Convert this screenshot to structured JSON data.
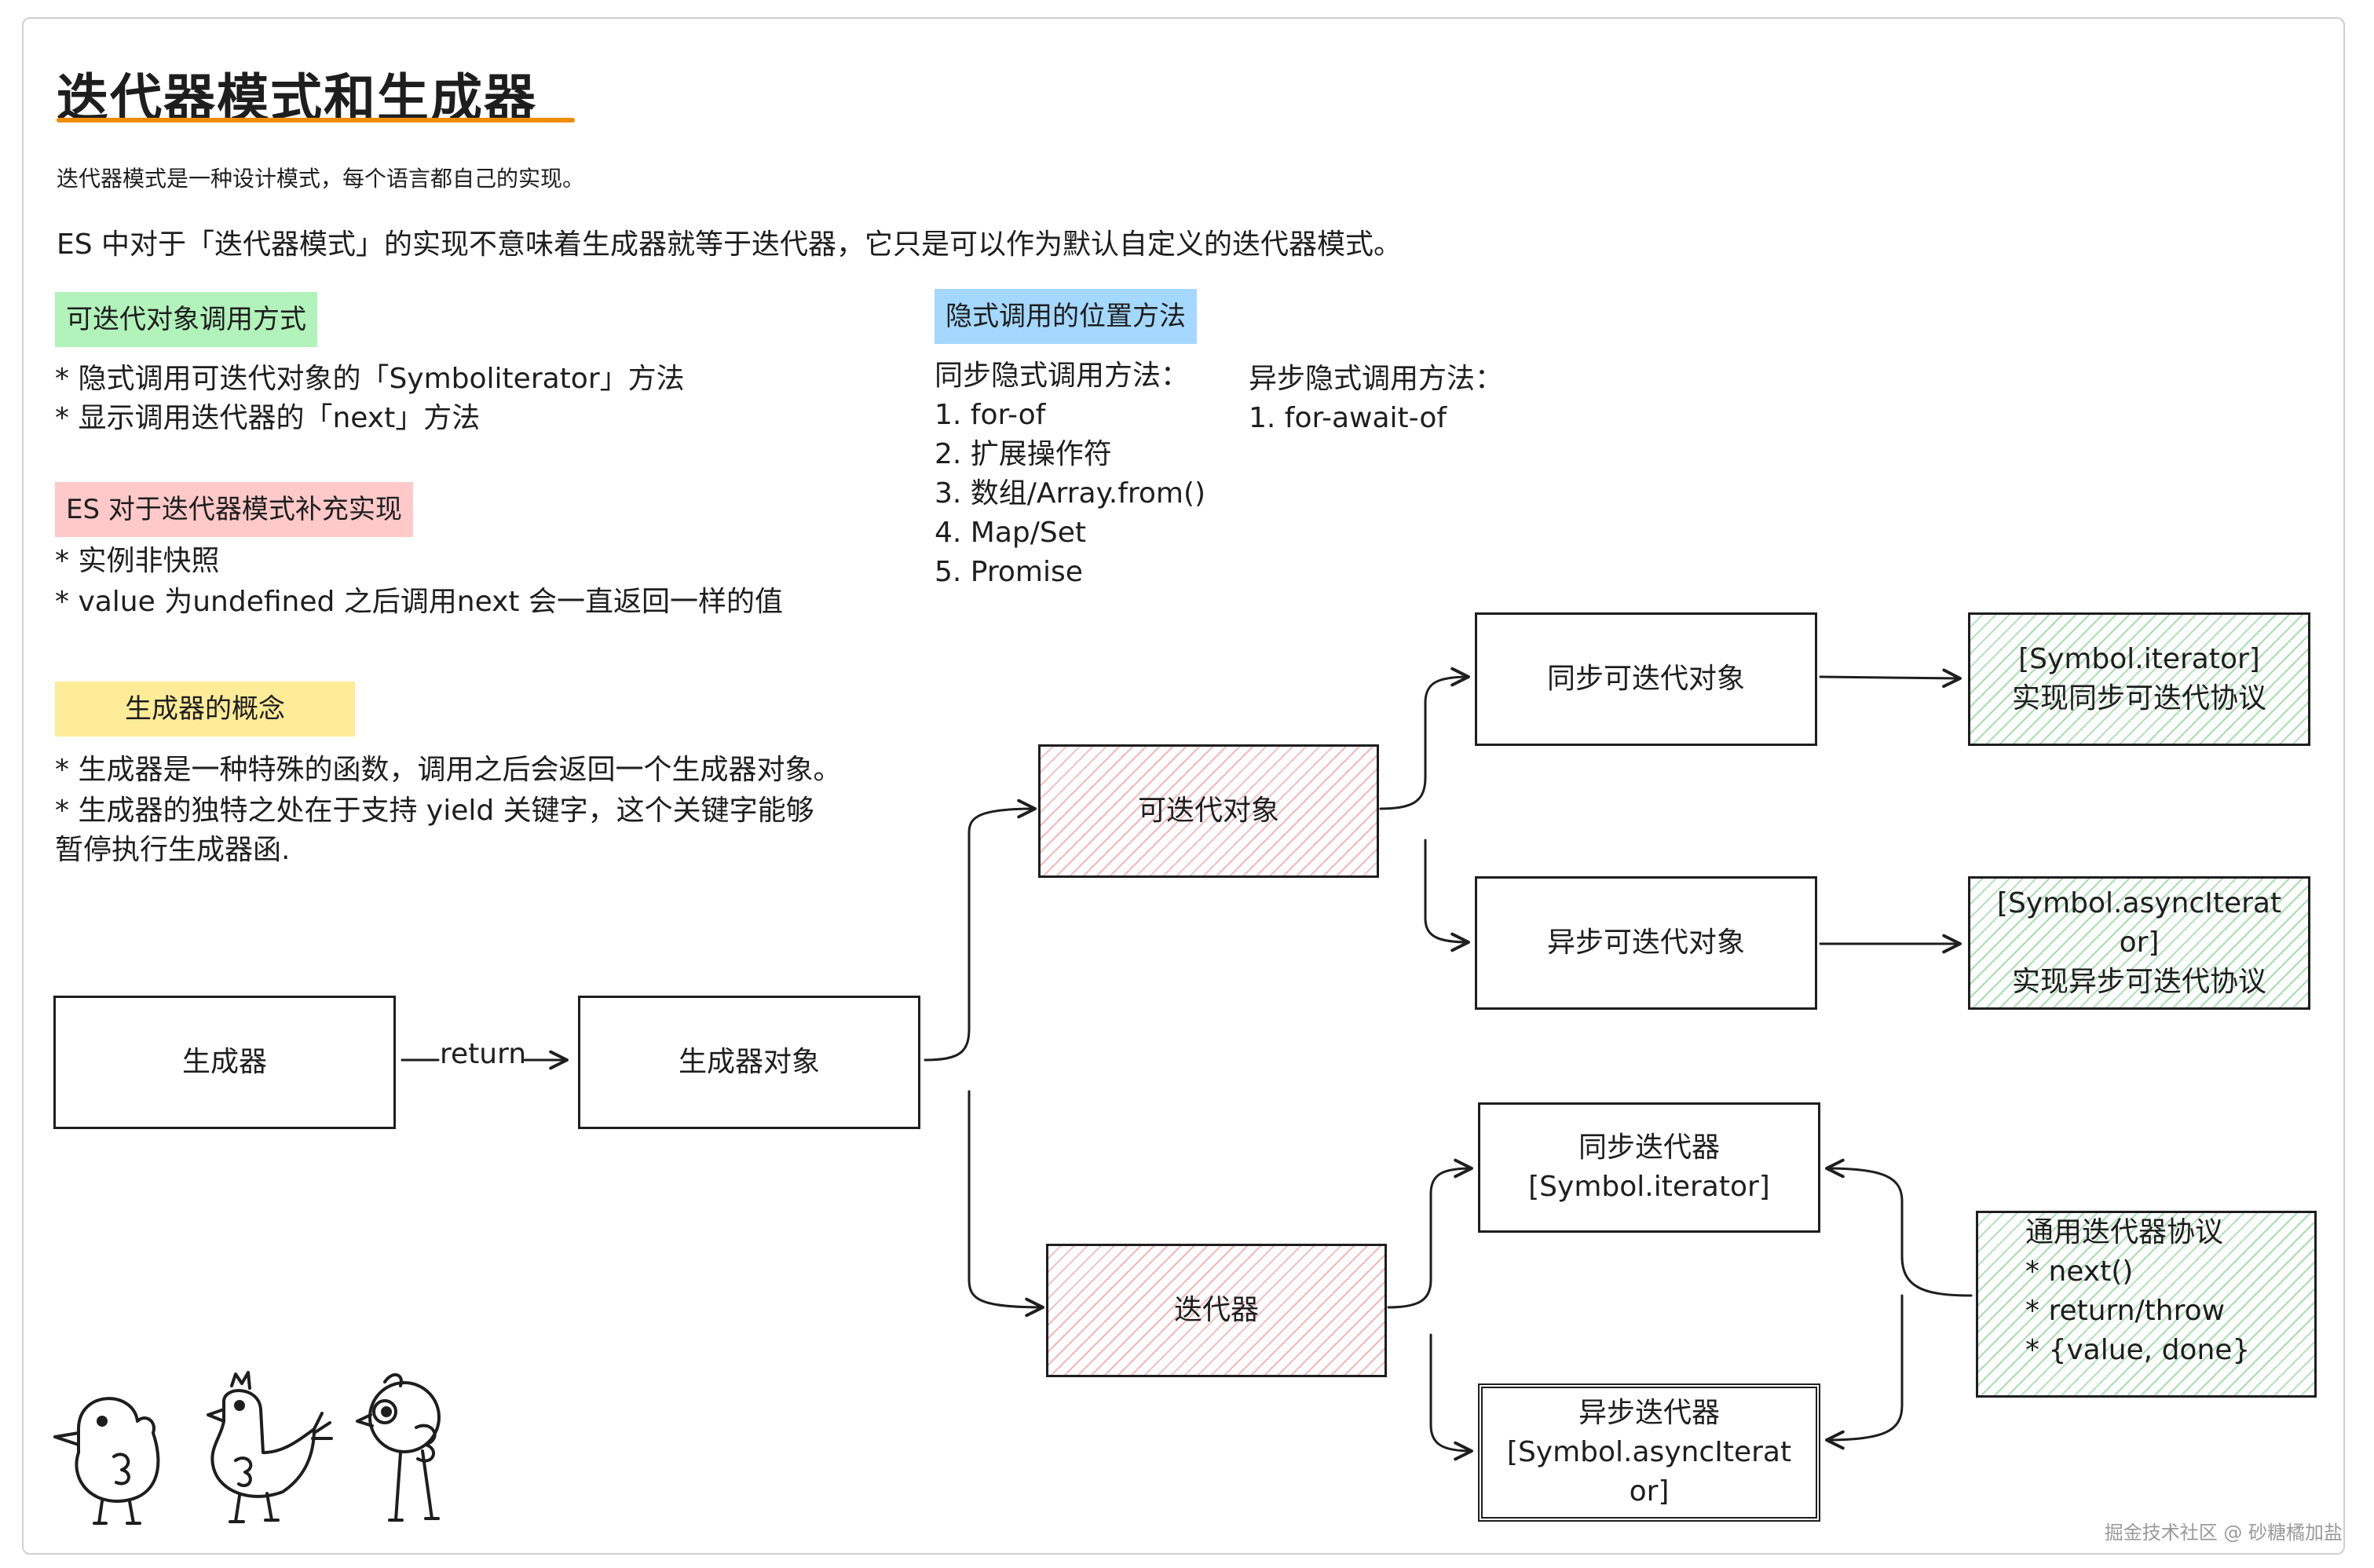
{
  "title": "迭代器模式和生成器",
  "intro": {
    "line1": "迭代器模式是一种设计模式，每个语言都自己的实现。",
    "line2": "ES 中对于「迭代器模式」的实现不意味着生成器就等于迭代器，它只是可以作为默认自定义的迭代器模式。"
  },
  "sections": {
    "iterable_call": {
      "label": "可迭代对象调用方式",
      "items": [
        "* 隐式调用可迭代对象的「Symboliterator」方法",
        "* 显示调用迭代器的「next」方法"
      ]
    },
    "es_supplement": {
      "label": "ES 对于迭代器模式补充实现",
      "items": [
        "* 实例非快照",
        "* value 为undefined 之后调用next 会一直返回一样的值"
      ]
    },
    "generator_concept": {
      "label": "生成器的概念",
      "items": [
        "* 生成器是一种特殊的函数，调用之后会返回一个生成器对象。",
        "* 生成器的独特之处在于支持 yield 关键字，这个关键字能够",
        "暂停执行生成器函."
      ]
    },
    "implicit_call": {
      "label": "隐式调用的位置方法",
      "sync_heading": "同步隐式调用方法：",
      "sync_items": [
        "1. for-of",
        "2. 扩展操作符",
        "3. 数组/Array.from()",
        "4. Map/Set",
        "5. Promise"
      ],
      "async_heading": "异步隐式调用方法：",
      "async_items": [
        "1. for-await-of"
      ]
    }
  },
  "diagram": {
    "generator": "生成器",
    "return_label": "return",
    "generator_object": "生成器对象",
    "iterable": "可迭代对象",
    "sync_iterable": "同步可迭代对象",
    "async_iterable": "异步可迭代对象",
    "sync_iterable_protocol": {
      "line1": "[Symbol.iterator]",
      "line2": "实现同步可迭代协议"
    },
    "async_iterable_protocol": {
      "line1": "[Symbol.asyncIterat",
      "line2": "or]",
      "line3": "实现异步可迭代协议"
    },
    "iterator": "迭代器",
    "sync_iterator": {
      "line1": "同步迭代器",
      "line2": "[Symbol.iterator]"
    },
    "async_iterator": {
      "line1": "异步迭代器",
      "line2": "[Symbol.asyncIterat",
      "line3": "or]"
    },
    "iterator_protocol": {
      "title": "通用迭代器协议",
      "items": [
        "* next()",
        "* return/throw",
        "* {value, done}"
      ]
    }
  },
  "watermark": "掘金技术社区 @ 砂糖橘加盐",
  "colors": {
    "accent_underline": "#f08c00",
    "tag_green": "#b2f2bb",
    "tag_blue": "#a5d8ff",
    "tag_red": "#ffc9c9",
    "tag_yellow": "#ffec99",
    "stroke": "#1e1e1e"
  }
}
